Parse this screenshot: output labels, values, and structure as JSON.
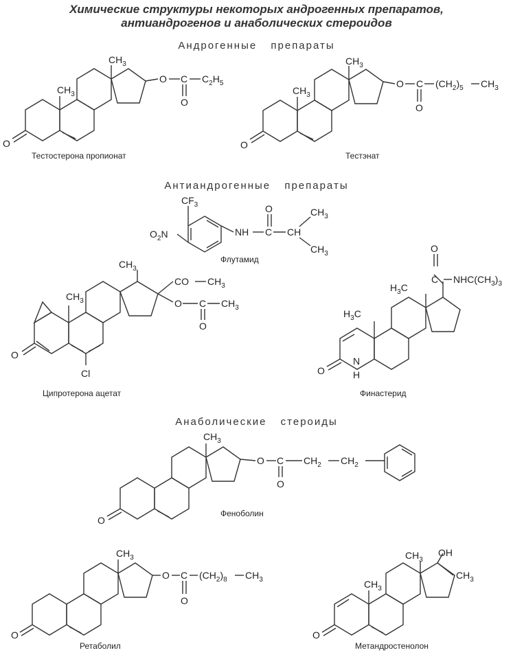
{
  "title": {
    "line1": "Химические структуры некоторых андрогенных препаратов,",
    "line2": "антиандрогенов и анаболических стероидов"
  },
  "sections": {
    "androgens": "Андрогенные препараты",
    "antiandrogens": "Антиандрогенные препараты",
    "anabolics": "Анаболические стероиды"
  },
  "compounds": {
    "testosterone_propionate": {
      "name": "Тестостерона пропионат",
      "labels": {
        "ch3_top": "CH3",
        "ch3_mid": "CH3",
        "o_ester": "O",
        "c_carbonyl": "C",
        "chain": "C2H5",
        "o_carbonyl": "O",
        "o_keto": "O"
      }
    },
    "testenat": {
      "name": "Тестэнат",
      "labels": {
        "ch3_top": "CH3",
        "ch3_mid": "CH3",
        "o_ester": "O",
        "c_carbonyl": "C",
        "chain": "(CH2)5",
        "end": "CH3",
        "o_carbonyl": "O",
        "o_keto": "O"
      }
    },
    "flutamide": {
      "name": "Флутамид",
      "labels": {
        "cf3": "CF3",
        "no2": "O2N",
        "nh": "NH",
        "c": "C",
        "o": "O",
        "ch": "CH",
        "ch3_top": "CH3",
        "ch3_bottom": "CH3"
      }
    },
    "cyproterone_acetate": {
      "name": "Ципротерона ацетат",
      "labels": {
        "ch3_top": "CH3",
        "ch3_mid": "CH3",
        "co": "CO",
        "ch3_acetyl": "CH3",
        "o_ester": "O",
        "c_ester": "C",
        "ch3_ester": "CH3",
        "o_carbonyl": "O",
        "o_keto": "O",
        "cl": "Cl"
      }
    },
    "finasteride": {
      "name": "Финастерид",
      "labels": {
        "o_amide": "O",
        "c_amide": "C",
        "nhc": "NHC(CH3)3",
        "h3c_top": "H3C",
        "h3c_mid": "H3C",
        "o_lactam": "O",
        "n": "N",
        "h": "H"
      }
    },
    "phenobolin": {
      "name": "Феноболин",
      "labels": {
        "ch3_top": "CH3",
        "o_ester": "O",
        "c_carbonyl": "C",
        "ch2_a": "CH2",
        "ch2_b": "CH2",
        "o_carbonyl": "O",
        "o_keto": "O"
      }
    },
    "retabolil": {
      "name": "Ретаболил",
      "labels": {
        "ch3_top": "CH3",
        "o_ester": "O",
        "c_carbonyl": "C",
        "chain": "(CH2)8",
        "end": "CH3",
        "o_carbonyl": "O",
        "o_keto": "O"
      }
    },
    "methandrostenolone": {
      "name": "Метандростенолон",
      "labels": {
        "ch3_top": "CH3",
        "oh": "OH",
        "ch3_side": "CH3",
        "ch3_mid": "CH3",
        "o_keto": "O"
      }
    }
  }
}
